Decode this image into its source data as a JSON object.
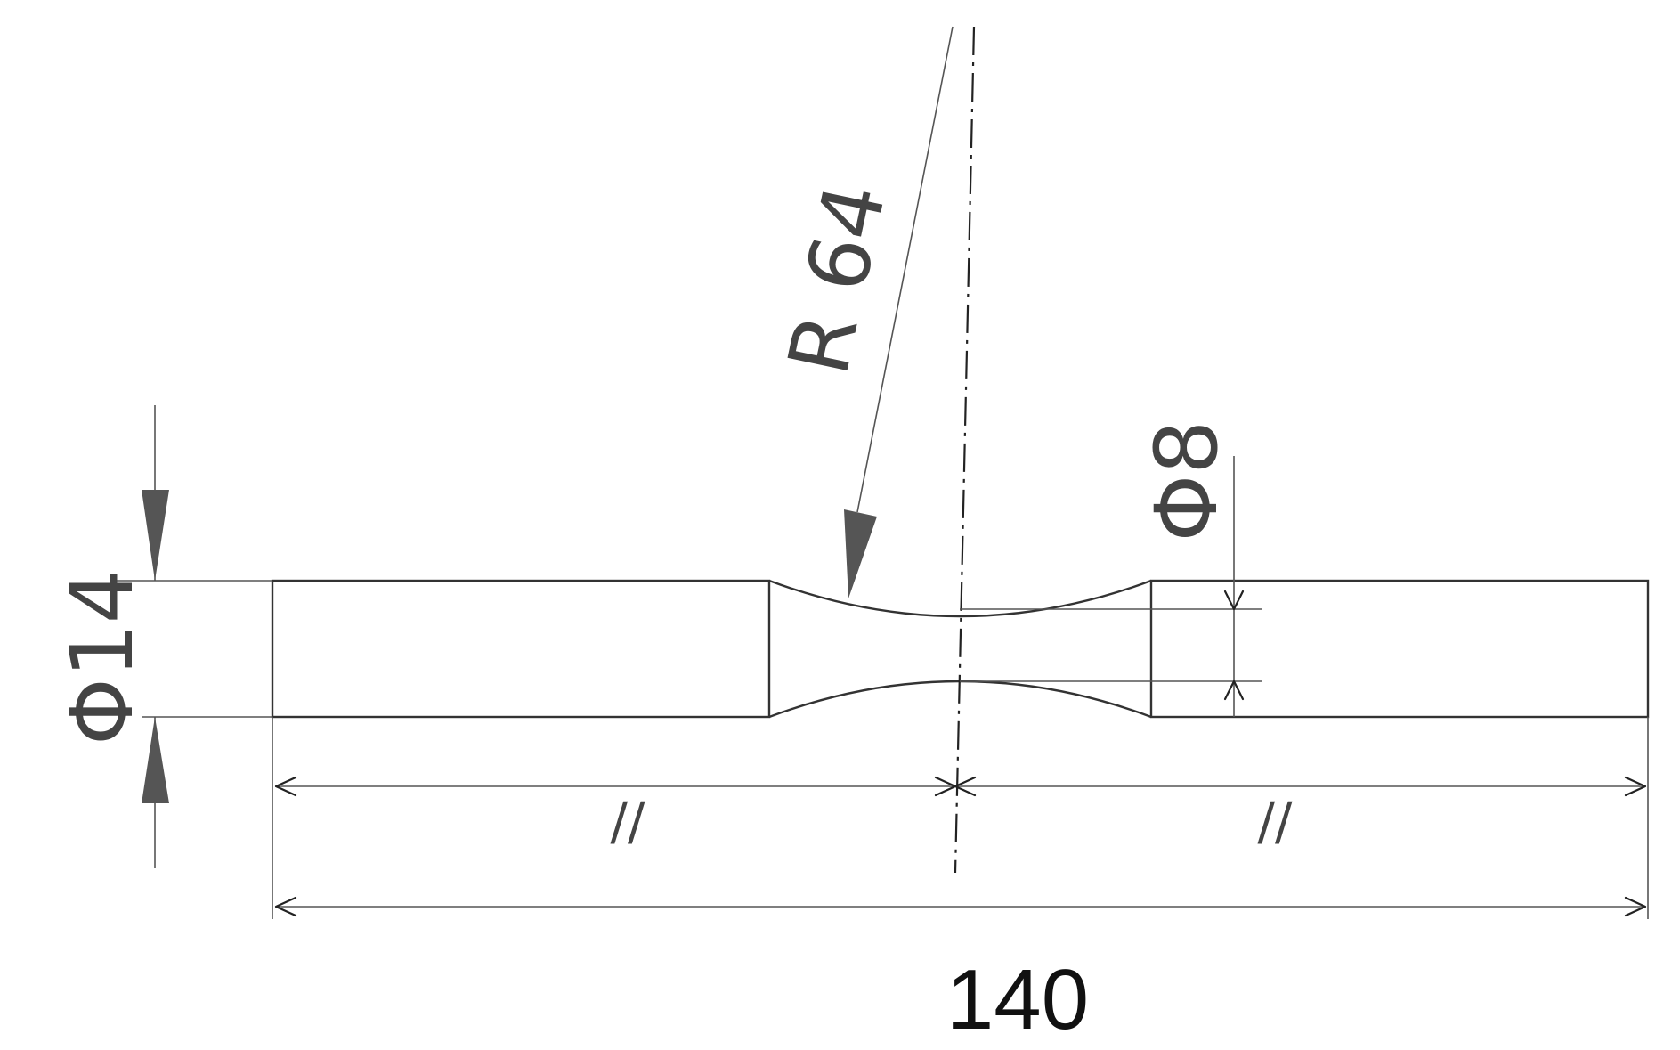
{
  "diagram": {
    "labels": {
      "total_length": "140",
      "diameter_grip": "Φ14",
      "diameter_gauge": "Φ8",
      "radius": "R 64",
      "symmetry_left": "//",
      "symmetry_right": "//"
    },
    "colors": {
      "background": "#ffffff",
      "outline": "#333333",
      "dimension_line": "#222222",
      "filled_arrow": "#555555"
    }
  }
}
